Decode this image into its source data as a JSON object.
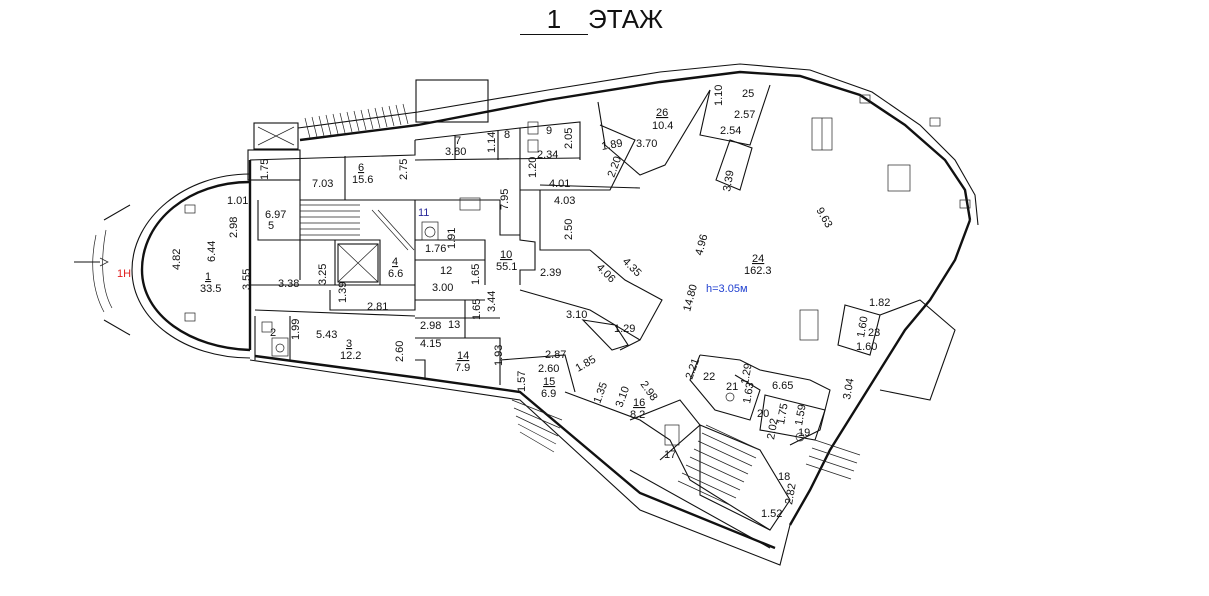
{
  "header": {
    "floor_number": "1",
    "floor_word": "ЭТАЖ"
  },
  "entrance_label": "1Н",
  "colors": {
    "entrance": "#e02020",
    "height_note": "#1f3fd0",
    "service_room": "#2a2a9a"
  },
  "height_note": "h=3.05м",
  "rooms": [
    {
      "number": "1",
      "area": "33.5"
    },
    {
      "number": "2",
      "area": ""
    },
    {
      "number": "3",
      "area": "12.2"
    },
    {
      "number": "4",
      "area": "6.6"
    },
    {
      "number": "5",
      "area": ""
    },
    {
      "number": "6",
      "area": "15.6"
    },
    {
      "number": "7",
      "area": ""
    },
    {
      "number": "8",
      "area": ""
    },
    {
      "number": "9",
      "area": ""
    },
    {
      "number": "10",
      "area": "55.1"
    },
    {
      "number": "11",
      "area": ""
    },
    {
      "number": "12",
      "area": ""
    },
    {
      "number": "13",
      "area": ""
    },
    {
      "number": "14",
      "area": "7.9"
    },
    {
      "number": "15",
      "area": "6.9"
    },
    {
      "number": "16",
      "area": "8.2"
    },
    {
      "number": "17",
      "area": ""
    },
    {
      "number": "18",
      "area": ""
    },
    {
      "number": "19",
      "area": ""
    },
    {
      "number": "20",
      "area": ""
    },
    {
      "number": "21",
      "area": ""
    },
    {
      "number": "22",
      "area": ""
    },
    {
      "number": "23",
      "area": ""
    },
    {
      "number": "24",
      "area": "162.3"
    },
    {
      "number": "25",
      "area": ""
    },
    {
      "number": "26",
      "area": "10.4"
    }
  ],
  "dimensions": {
    "d_482": "4.82",
    "d_644": "6.44",
    "d_298a": "2.98",
    "d_101": "1.01",
    "d_175": "1.75",
    "d_703": "7.03",
    "d_697": "6.97",
    "d_275": "2.75",
    "d_355": "3.55",
    "d_338": "3.38",
    "d_325": "3.25",
    "d_139": "1.39",
    "d_281": "2.81",
    "d_543": "5.43",
    "d_199": "1.99",
    "d_260a": "2.60",
    "d_380": "3.80",
    "d_114": "1.14",
    "d_205": "2.05",
    "d_234": "2.34",
    "d_120": "1.20",
    "d_191": "1.91",
    "d_176": "1.76",
    "d_795": "7.95",
    "d_300": "3.00",
    "d_165a": "1.65",
    "d_344": "3.44",
    "d_165b": "1.65",
    "d_298b": "2.98",
    "d_415": "4.15",
    "d_193": "1.93",
    "d_157": "1.57",
    "d_287": "2.87",
    "d_185": "1.85",
    "d_260b": "2.60",
    "d_135": "1.35",
    "d_189": "1.89",
    "d_220": "2.20",
    "d_370": "3.70",
    "d_401": "4.01",
    "d_403": "4.03",
    "d_250": "2.50",
    "d_239": "2.39",
    "d_406": "4.06",
    "d_435": "4.35",
    "d_496": "4.96",
    "d_310a": "3.10",
    "d_129": "1.29",
    "d_1480": "14.80",
    "d_310b": "3.10",
    "d_298c": "2.98",
    "d_221": "2.21",
    "d_110": "1.10",
    "d_257": "2.57",
    "d_254": "2.54",
    "d_339": "3.39",
    "d_963": "9.63",
    "d_182": "1.82",
    "d_160a": "1.60",
    "d_160b": "1.60",
    "d_665": "6.65",
    "d_129b": "1.29",
    "d_163": "1.63",
    "d_175b": "1.75",
    "d_202": "2.02",
    "d_159": "1.59",
    "d_304": "3.04",
    "d_282": "2.82",
    "d_152": "1.52"
  }
}
